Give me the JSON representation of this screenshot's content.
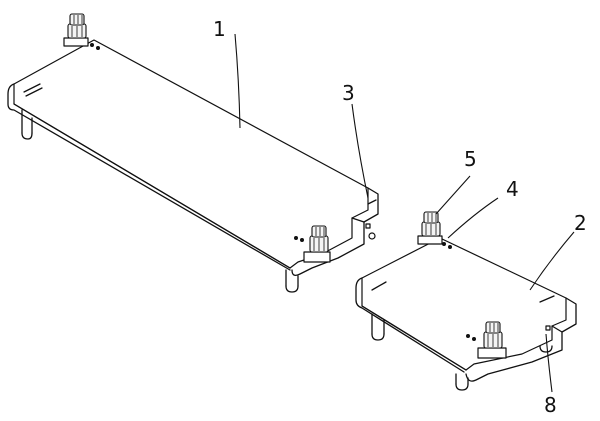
{
  "labels": [
    "1",
    "2",
    "3",
    "4",
    "5",
    "8"
  ]
}
